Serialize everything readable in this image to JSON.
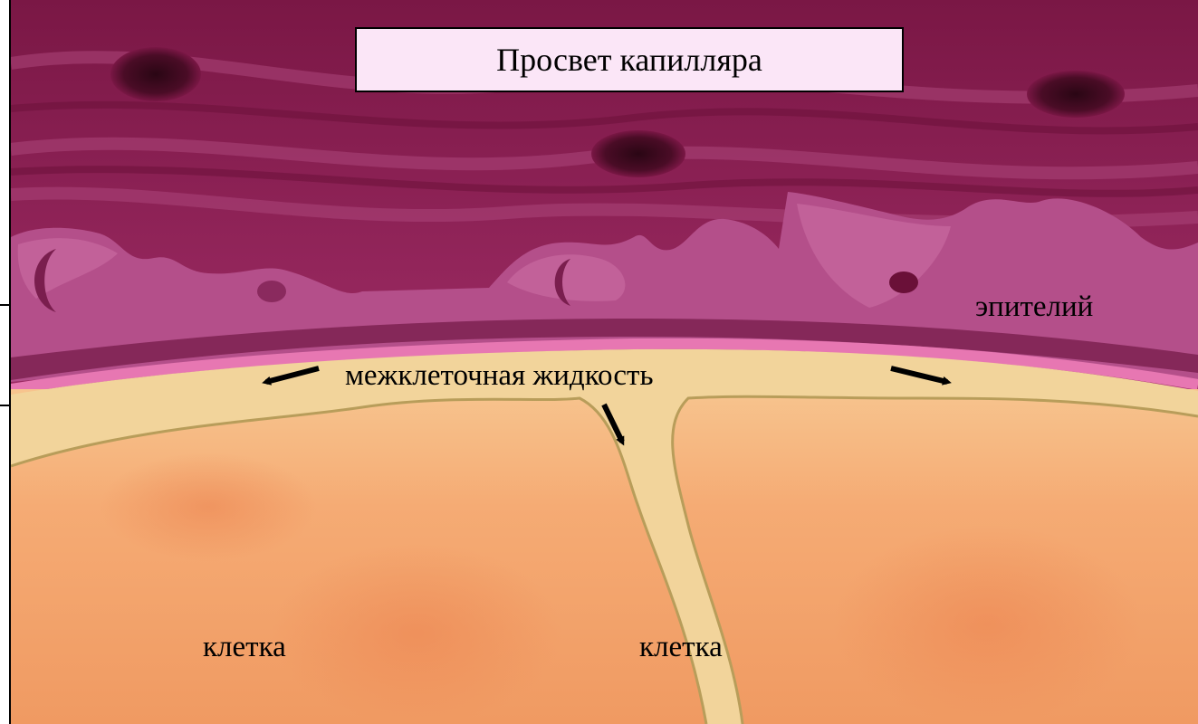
{
  "title": "Просвет капилляра",
  "labels": {
    "epithelium": "эпителий",
    "interstitial_fluid": "межклеточная жидкость",
    "cell_left": "клетка",
    "cell_right": "клетка"
  },
  "colors": {
    "capillary": "#8c1d52",
    "epithelium": "#b44f8a",
    "membrane": "#e777b2",
    "fluid": "#f2d49b",
    "cell": "#f4a56e",
    "title_fill": "#fbe6f7"
  },
  "icons": [
    "arrow-left-icon",
    "arrow-right-icon",
    "arrow-down-icon"
  ]
}
